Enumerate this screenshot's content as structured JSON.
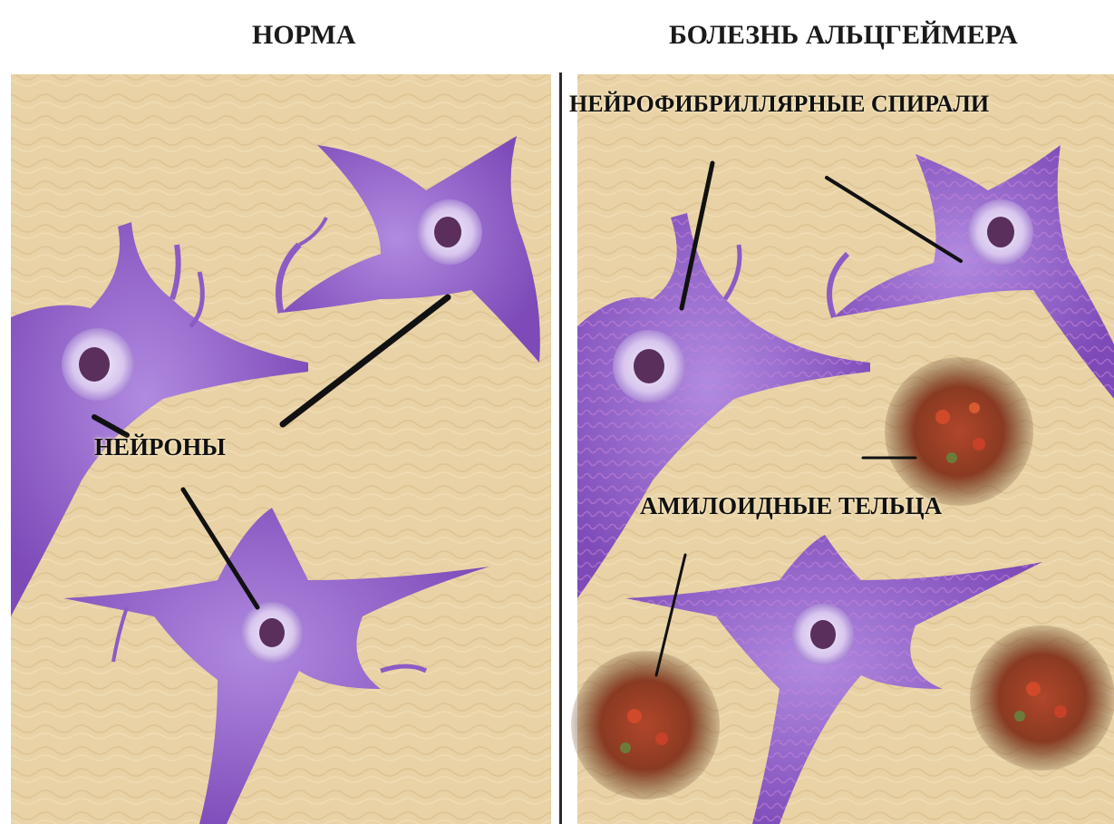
{
  "titles": {
    "normal": "НОРМА",
    "disease": "БОЛЕЗНЬ АЛЬЦГЕЙМЕРА"
  },
  "labels": {
    "neurons": "НЕЙРОНЫ",
    "tangles": "НЕЙРОФИБРИЛЛЯРНЫЕ СПИРАЛИ",
    "amyloid": "АМИЛОИДНЫЕ ТЕЛЬЦА"
  },
  "colors": {
    "tissue": "#e9d3a6",
    "neuron": "#8d5bc4",
    "neuron_dark": "#6b3c9e",
    "nucleus": "#5a2f5c",
    "plaque": "#8a3a22",
    "pointer": "#111111"
  }
}
